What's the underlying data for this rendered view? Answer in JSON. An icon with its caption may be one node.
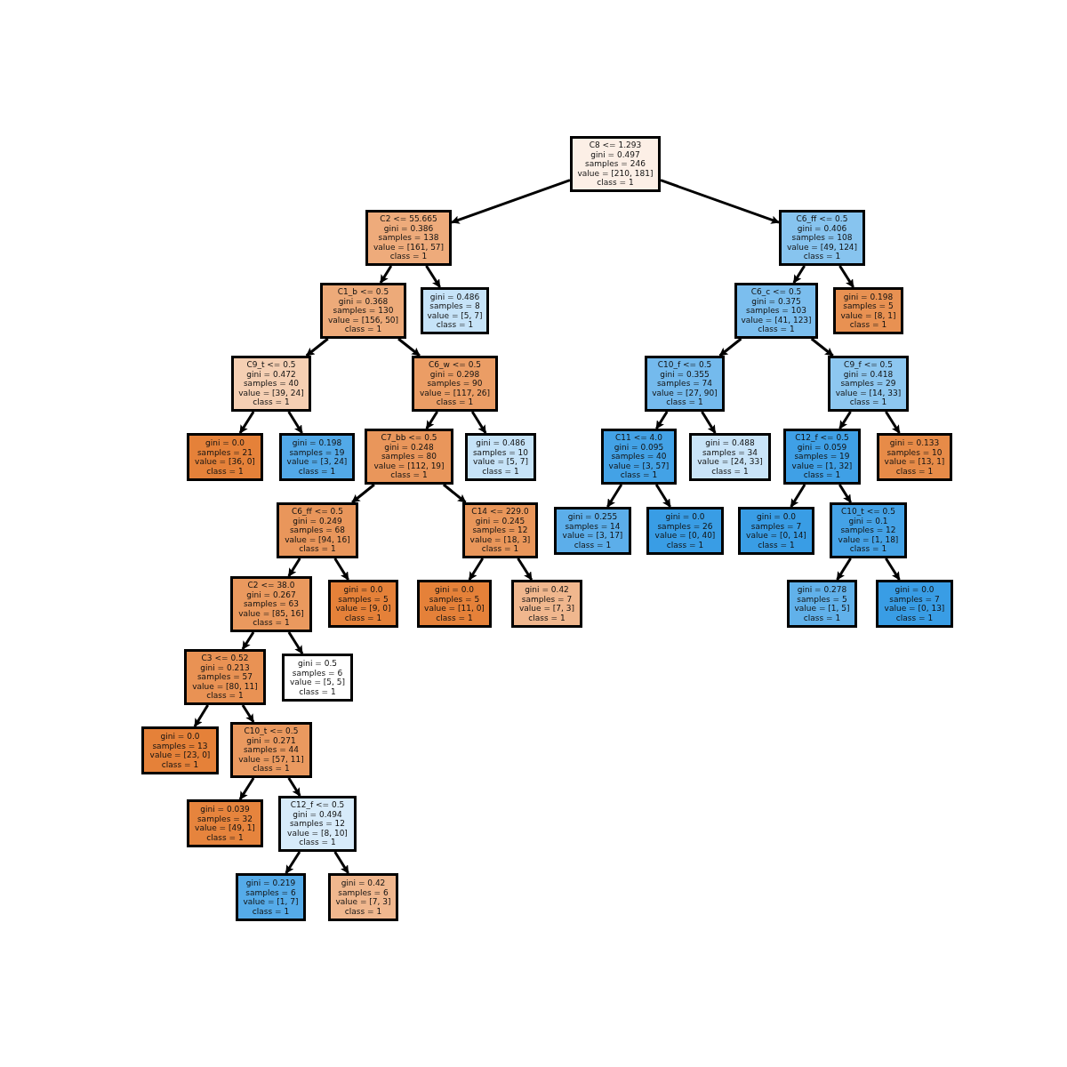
{
  "diagram": {
    "nodes": [
      {
        "text": [
          "C8 <= 1.293",
          "gini = 0.497",
          "samples = 246",
          "value = [210, 181]",
          "class = 1"
        ]
      },
      {
        "text": [
          "C2 <= 55.665",
          "gini = 0.386",
          "samples = 138",
          "value = [161, 57]",
          "class = 1"
        ]
      },
      {
        "text": [
          "C6_ff <= 0.5",
          "gini = 0.406",
          "samples = 108",
          "value = [49, 124]",
          "class = 1"
        ]
      },
      {
        "text": [
          "C1_b <= 0.5",
          "gini = 0.368",
          "samples = 130",
          "value = [156, 50]",
          "class = 1"
        ]
      },
      {
        "text": [
          "gini = 0.486",
          "samples = 8",
          "value = [5, 7]",
          "class = 1"
        ]
      },
      {
        "text": [
          "C6_c <= 0.5",
          "gini = 0.375",
          "samples = 103",
          "value = [41, 123]",
          "class = 1"
        ]
      },
      {
        "text": [
          "gini = 0.198",
          "samples = 5",
          "value = [8, 1]",
          "class = 1"
        ]
      },
      {
        "text": [
          "C9_t <= 0.5",
          "gini = 0.472",
          "samples = 40",
          "value = [39, 24]",
          "class = 1"
        ]
      },
      {
        "text": [
          "C6_w <= 0.5",
          "gini = 0.298",
          "samples = 90",
          "value = [117, 26]",
          "class = 1"
        ]
      },
      {
        "text": [
          "C10_f <= 0.5",
          "gini = 0.355",
          "samples = 74",
          "value = [27, 90]",
          "class = 1"
        ]
      },
      {
        "text": [
          "C9_f <= 0.5",
          "gini = 0.418",
          "samples = 29",
          "value = [14, 33]",
          "class = 1"
        ]
      },
      {
        "text": [
          "gini = 0.0",
          "samples = 21",
          "value = [36, 0]",
          "class = 1"
        ]
      },
      {
        "text": [
          "gini = 0.198",
          "samples = 19",
          "value = [3, 24]",
          "class = 1"
        ]
      },
      {
        "text": [
          "C7_bb <= 0.5",
          "gini = 0.248",
          "samples = 80",
          "value = [112, 19]",
          "class = 1"
        ]
      },
      {
        "text": [
          "gini = 0.486",
          "samples = 10",
          "value = [5, 7]",
          "class = 1"
        ]
      },
      {
        "text": [
          "C11 <= 4.0",
          "gini = 0.095",
          "samples = 40",
          "value = [3, 57]",
          "class = 1"
        ]
      },
      {
        "text": [
          "gini = 0.488",
          "samples = 34",
          "value = [24, 33]",
          "class = 1"
        ]
      },
      {
        "text": [
          "C12_f <= 0.5",
          "gini = 0.059",
          "samples = 19",
          "value = [1, 32]",
          "class = 1"
        ]
      },
      {
        "text": [
          "gini = 0.133",
          "samples = 10",
          "value = [13, 1]",
          "class = 1"
        ]
      },
      {
        "text": [
          "C6_ff <= 0.5",
          "gini = 0.249",
          "samples = 68",
          "value = [94, 16]",
          "class = 1"
        ]
      },
      {
        "text": [
          "C14 <= 229.0",
          "gini = 0.245",
          "samples = 12",
          "value = [18, 3]",
          "class = 1"
        ]
      },
      {
        "text": [
          "gini = 0.255",
          "samples = 14",
          "value = [3, 17]",
          "class = 1"
        ]
      },
      {
        "text": [
          "gini = 0.0",
          "samples = 26",
          "value = [0, 40]",
          "class = 1"
        ]
      },
      {
        "text": [
          "gini = 0.0",
          "samples = 7",
          "value = [0, 14]",
          "class = 1"
        ]
      },
      {
        "text": [
          "C10_t <= 0.5",
          "gini = 0.1",
          "samples = 12",
          "value = [1, 18]",
          "class = 1"
        ]
      },
      {
        "text": [
          "C2 <= 38.0",
          "gini = 0.267",
          "samples = 63",
          "value = [85, 16]",
          "class = 1"
        ]
      },
      {
        "text": [
          "gini = 0.0",
          "samples = 5",
          "value = [9, 0]",
          "class = 1"
        ]
      },
      {
        "text": [
          "gini = 0.0",
          "samples = 5",
          "value = [11, 0]",
          "class = 1"
        ]
      },
      {
        "text": [
          "gini = 0.42",
          "samples = 7",
          "value = [7, 3]",
          "class = 1"
        ]
      },
      {
        "text": [
          "gini = 0.278",
          "samples = 5",
          "value = [1, 5]",
          "class = 1"
        ]
      },
      {
        "text": [
          "gini = 0.0",
          "samples = 7",
          "value = [0, 13]",
          "class = 1"
        ]
      },
      {
        "text": [
          "C3 <= 0.52",
          "gini = 0.213",
          "samples = 57",
          "value = [80, 11]",
          "class = 1"
        ]
      },
      {
        "text": [
          "gini = 0.5",
          "samples = 6",
          "value = [5, 5]",
          "class = 1"
        ]
      },
      {
        "text": [
          "gini = 0.0",
          "samples = 13",
          "value = [23, 0]",
          "class = 1"
        ]
      },
      {
        "text": [
          "C10_t <= 0.5",
          "gini = 0.271",
          "samples = 44",
          "value = [57, 11]",
          "class = 1"
        ]
      },
      {
        "text": [
          "gini = 0.039",
          "samples = 32",
          "value = [49, 1]",
          "class = 1"
        ]
      },
      {
        "text": [
          "C12_f <= 0.5",
          "gini = 0.494",
          "samples = 12",
          "value = [8, 10]",
          "class = 1"
        ]
      },
      {
        "text": [
          "gini = 0.219",
          "samples = 6",
          "value = [1, 7]",
          "class = 1"
        ]
      },
      {
        "text": [
          "gini = 0.42",
          "samples = 6",
          "value = [7, 3]",
          "class = 1"
        ]
      }
    ],
    "edges": [
      {
        "from": 0,
        "to": 1,
        "arrow": "to"
      },
      {
        "from": 0,
        "to": 2,
        "arrow": "to"
      },
      {
        "from": 1,
        "to": 3,
        "arrow": "to"
      },
      {
        "from": 1,
        "to": 4,
        "arrow": "to"
      },
      {
        "from": 2,
        "to": 5,
        "arrow": "to"
      },
      {
        "from": 2,
        "to": 6,
        "arrow": "to"
      },
      {
        "from": 3,
        "to": 7,
        "arrow": "to"
      },
      {
        "from": 3,
        "to": 8,
        "arrow": "to"
      },
      {
        "from": 5,
        "to": 9,
        "arrow": "to"
      },
      {
        "from": 5,
        "to": 10,
        "arrow": "to"
      },
      {
        "from": 7,
        "to": 11,
        "arrow": "to"
      },
      {
        "from": 7,
        "to": 12,
        "arrow": "to"
      },
      {
        "from": 8,
        "to": 13,
        "arrow": "to"
      },
      {
        "from": 8,
        "to": 14,
        "arrow": "to"
      },
      {
        "from": 9,
        "to": 15,
        "arrow": "to"
      },
      {
        "from": 9,
        "to": 16,
        "arrow": "to"
      },
      {
        "from": 10,
        "to": 17,
        "arrow": "to"
      },
      {
        "from": 10,
        "to": 18,
        "arrow": "to"
      },
      {
        "from": 13,
        "to": 19,
        "arrow": "to"
      },
      {
        "from": 13,
        "to": 20,
        "arrow": "to"
      },
      {
        "from": 15,
        "to": 21,
        "arrow": "to"
      },
      {
        "from": 15,
        "to": 22,
        "arrow": "to"
      },
      {
        "from": 17,
        "to": 23,
        "arrow": "to"
      },
      {
        "from": 17,
        "to": 24,
        "arrow": "to"
      },
      {
        "from": 19,
        "to": 25,
        "arrow": "to"
      },
      {
        "from": 19,
        "to": 26,
        "arrow": "to"
      },
      {
        "from": 20,
        "to": 27,
        "arrow": "to"
      },
      {
        "from": 20,
        "to": 28,
        "arrow": "to"
      },
      {
        "from": 24,
        "to": 29,
        "arrow": "to"
      },
      {
        "from": 24,
        "to": 30,
        "arrow": "to"
      },
      {
        "from": 25,
        "to": 31,
        "arrow": "to"
      },
      {
        "from": 25,
        "to": 32,
        "arrow": "to"
      },
      {
        "from": 31,
        "to": 33,
        "arrow": "to"
      },
      {
        "from": 31,
        "to": 34,
        "arrow": "to"
      },
      {
        "from": 34,
        "to": 35,
        "arrow": "to"
      },
      {
        "from": 34,
        "to": 36,
        "arrow": "to"
      },
      {
        "from": 36,
        "to": 37,
        "arrow": "to"
      },
      {
        "from": 36,
        "to": 38,
        "arrow": "to"
      }
    ]
  }
}
